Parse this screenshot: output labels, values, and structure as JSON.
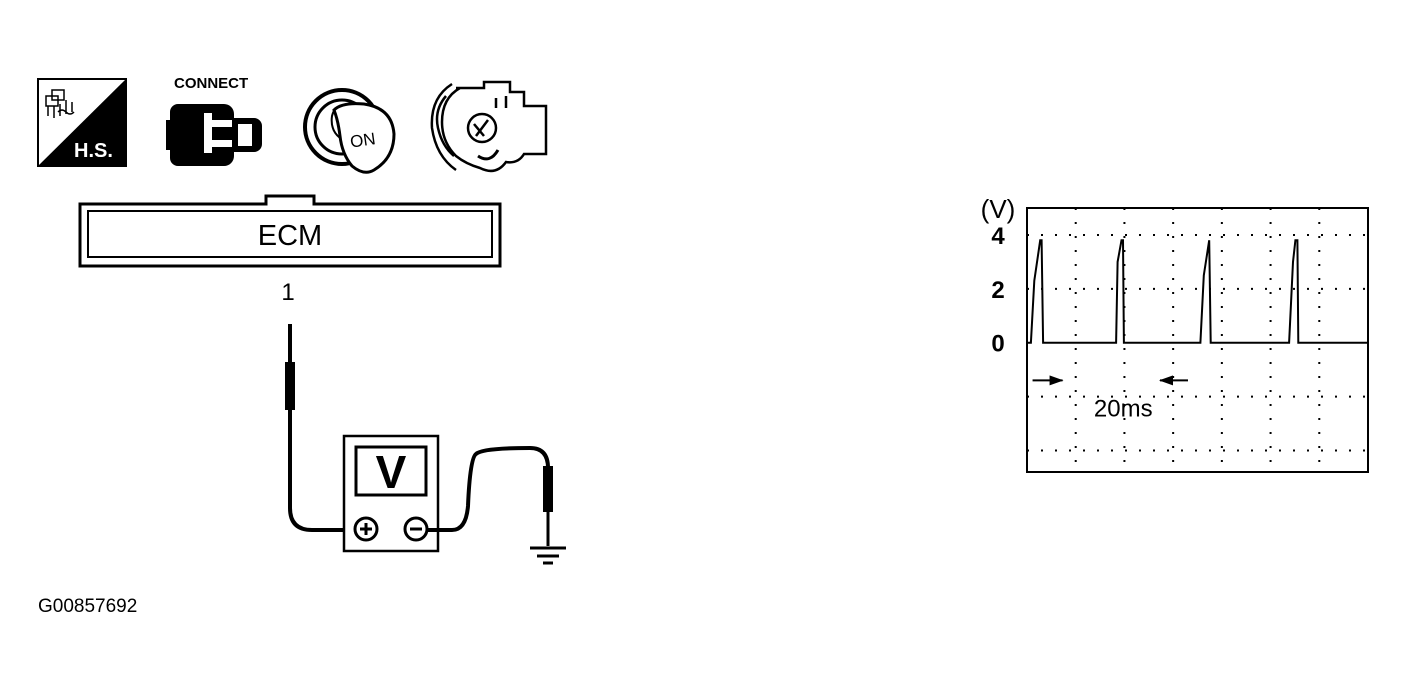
{
  "icons": {
    "hs": {
      "name": "hot-soak-condition-icon",
      "label": "H.S."
    },
    "connect": {
      "name": "connector-connect-icon",
      "label": "CONNECT"
    },
    "ignition": {
      "name": "ignition-key-on-icon",
      "label": "ON"
    },
    "engine": {
      "name": "engine-running-icon"
    }
  },
  "ecm": {
    "label": "ECM",
    "pin": "1"
  },
  "meter": {
    "label": "V"
  },
  "figure_id": "G00857692",
  "chart_data": {
    "type": "line",
    "title": "",
    "xlabel": "",
    "ylabel": "(V)",
    "x_unit": "ms",
    "y_ticks": [
      "4",
      "2",
      "0"
    ],
    "ylim": [
      -4.8,
      5
    ],
    "xlim": [
      0,
      70
    ],
    "grid": true,
    "time_scale_label": "20ms",
    "time_scale_span": [
      0,
      20
    ],
    "series": [
      {
        "values": [
          [
            0,
            0
          ],
          [
            0.8,
            0
          ],
          [
            1.5,
            2.3
          ],
          [
            2.7,
            3.8
          ],
          [
            3.0,
            3.8
          ],
          [
            3.3,
            0
          ],
          [
            18.3,
            0
          ],
          [
            18.6,
            3.0
          ],
          [
            19.4,
            3.8
          ],
          [
            19.7,
            3.8
          ],
          [
            19.9,
            0
          ],
          [
            35.6,
            0
          ],
          [
            36.3,
            2.5
          ],
          [
            37.4,
            3.8
          ],
          [
            37.7,
            0
          ],
          [
            53.8,
            0
          ],
          [
            54.6,
            3.0
          ],
          [
            55.1,
            3.8
          ],
          [
            55.5,
            3.8
          ],
          [
            55.7,
            0
          ],
          [
            70,
            0
          ]
        ]
      }
    ]
  }
}
